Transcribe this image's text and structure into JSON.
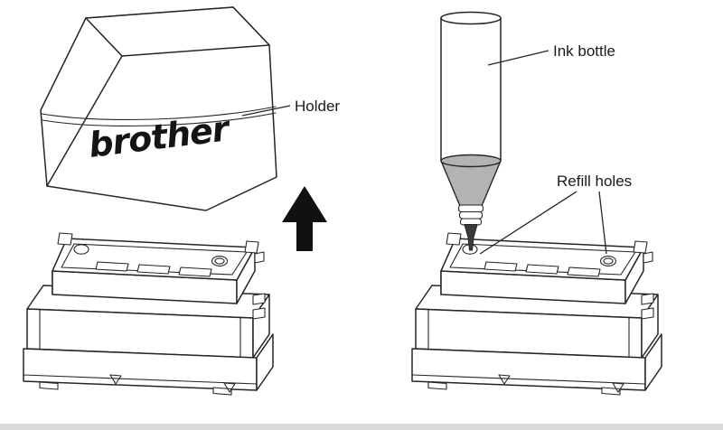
{
  "diagram": {
    "title": "stamp-refill-instruction-diagram",
    "brand_logo": "brother",
    "labels": {
      "holder": "Holder",
      "ink_bottle": "Ink bottle",
      "refill_holes": "Refill holes"
    }
  },
  "colors": {
    "background": "#ffffff",
    "line": "#262626",
    "ink_fill": "#b3b3b3",
    "nozzle": "#3a3a3a",
    "arrow": "#111111",
    "footer_strip": "#d9d9d9"
  }
}
